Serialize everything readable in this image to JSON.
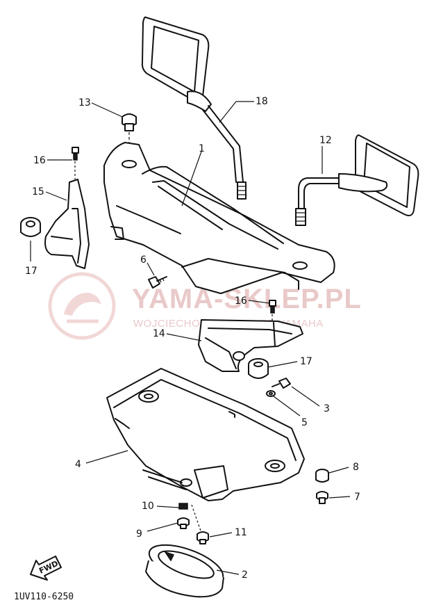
{
  "watermark": {
    "brand": "YAMA-SKLEP.PL",
    "subtitle": "WOJCIECHOWICZ DEALER YAMAHA",
    "logo_color": "#e8b8b8"
  },
  "diagram_code": "1UV110-6250",
  "fwd_label": "FWD",
  "callouts": {
    "c1": "1",
    "c2": "2",
    "c3": "3",
    "c4": "4",
    "c5": "5",
    "c6": "6",
    "c7": "7",
    "c8": "8",
    "c9": "9",
    "c10": "10",
    "c11": "11",
    "c12": "12",
    "c13": "13",
    "c14": "14",
    "c15": "15",
    "c16a": "16",
    "c16b": "16",
    "c17a": "17",
    "c17b": "17",
    "c18": "18"
  }
}
